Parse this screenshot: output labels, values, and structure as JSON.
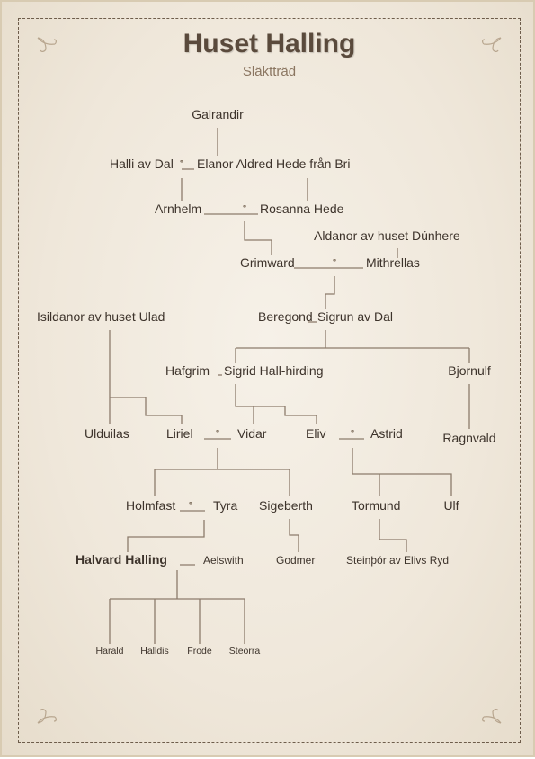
{
  "header": {
    "title": "Huset Halling",
    "subtitle": "Släktträd"
  },
  "names": {
    "galrandir": "Galrandir",
    "halli": "Halli av Dal",
    "elanor": "Elanor Aldred Hede från Bri",
    "arnhelm": "Arnhelm",
    "rosanna": "Rosanna Hede",
    "aldanor": "Aldanor av huset Dúnhere",
    "grimward": "Grimward",
    "mithrellas": "Mithrellas",
    "isildanor": "Isildanor av huset Ulad",
    "beregond": "Beregond",
    "sigrun": "Sigrun av Dal",
    "hafgrim": "Hafgrim",
    "sigrid": "Sigrid Hall-hirding",
    "bjornulf": "Bjornulf",
    "ulduilas": "Ulduilas",
    "liriel": "Liriel",
    "vidar": "Vidar",
    "eliv": "Eliv",
    "astrid": "Astrid",
    "ragnvald": "Ragnvald",
    "holmfast": "Holmfast",
    "tyra": "Tyra",
    "sigeberth": "Sigeberth",
    "tormund": "Tormund",
    "ulf": "Ulf",
    "halvard": "Halvard Halling",
    "aelswith": "Aelswith",
    "godmer": "Godmer",
    "steinthor": "Steinþór av Elivs Ryd",
    "harald": "Harald",
    "halldis": "Halldis",
    "frode": "Frode",
    "steorra": "Steorra"
  },
  "marriage_symbol": "⚭",
  "colors": {
    "line": "#8c7b6b",
    "text": "#3d332b",
    "title": "#5a4a3c",
    "subtitle": "#8a7560",
    "frame": "#6e5d4b"
  }
}
